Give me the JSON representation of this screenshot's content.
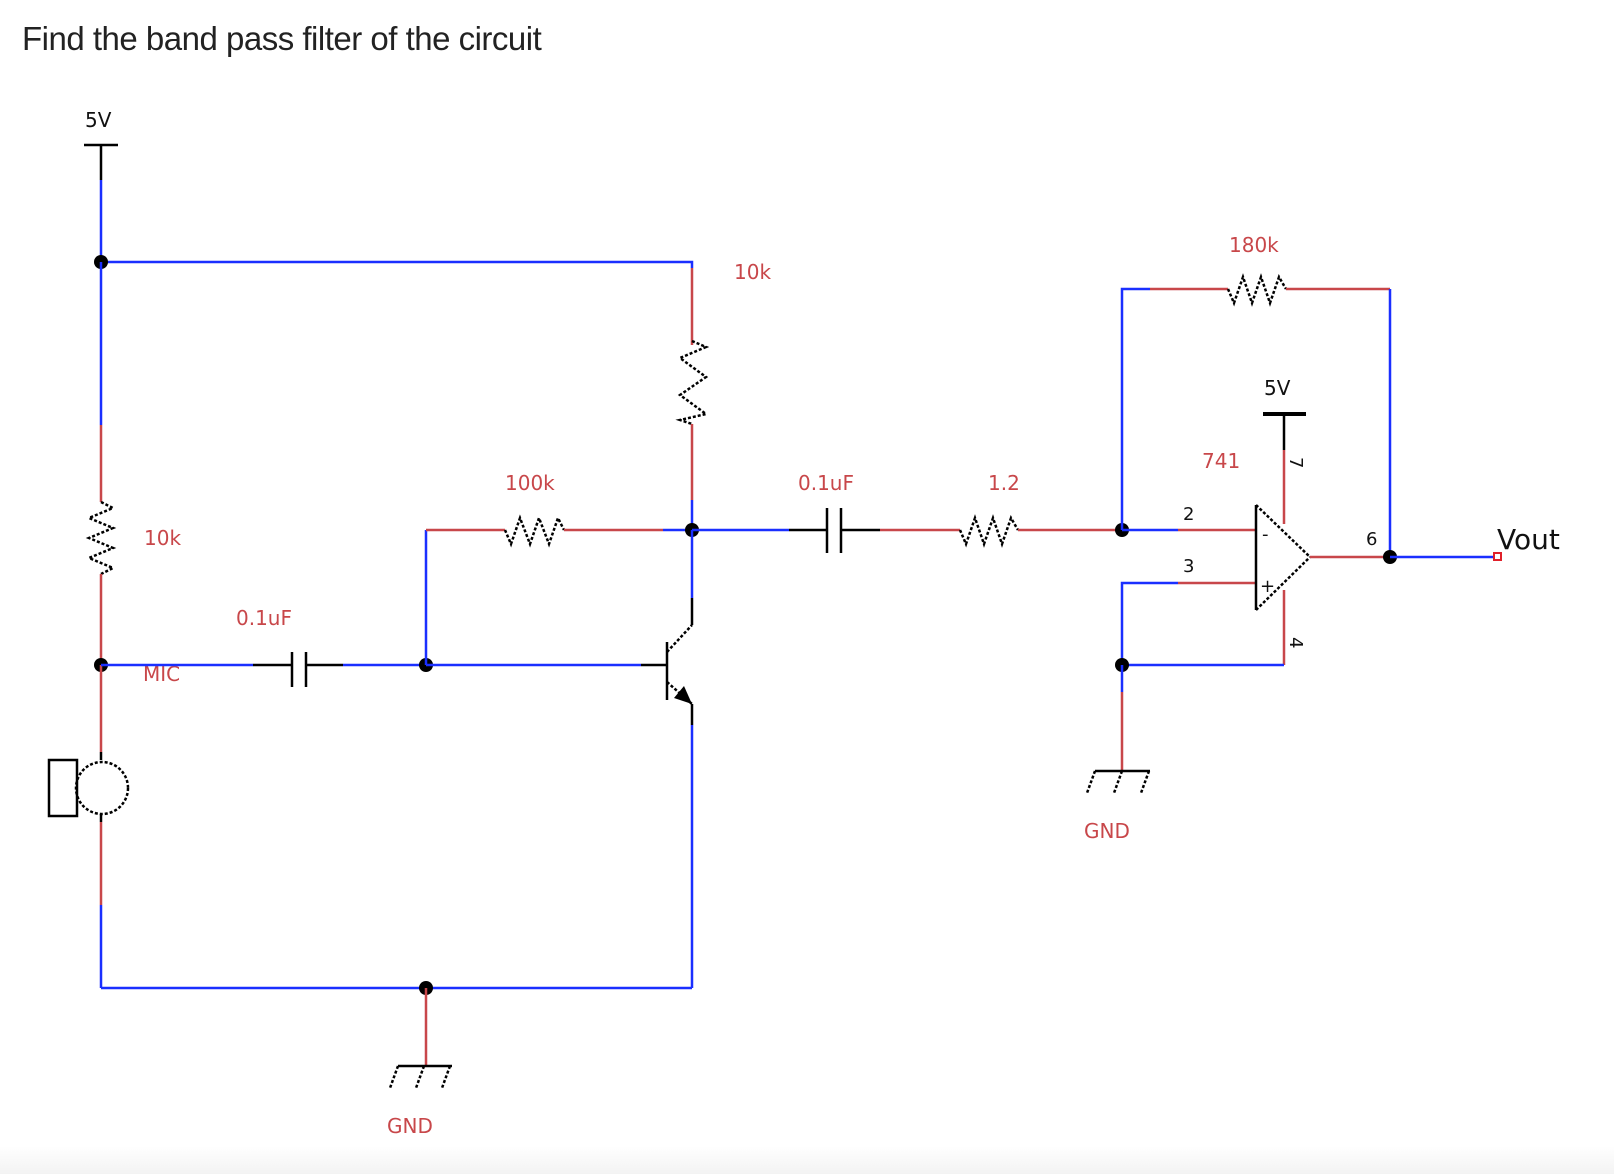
{
  "question": {
    "title": "Find the band pass filter of the circuit"
  },
  "colors": {
    "wire_blue": "#1a2fff",
    "wire_red": "#c8474a",
    "component": "#000000",
    "label_red": "#c8474a"
  },
  "schematic": {
    "supply_main": {
      "label": "5V",
      "icon": "vcc-supply-icon"
    },
    "supply_opamp": {
      "label": "5V",
      "icon": "vcc-supply-icon"
    },
    "r_bias_mic": {
      "label": "10k",
      "icon": "resistor-icon"
    },
    "mic": {
      "label": "MIC",
      "icon": "microphone-icon"
    },
    "c_input": {
      "label": "0.1uF",
      "icon": "capacitor-icon"
    },
    "r_base_feedback": {
      "label": "100k",
      "icon": "resistor-icon"
    },
    "r_collector": {
      "label": "10k",
      "icon": "resistor-icon"
    },
    "transistor": {
      "type": "NPN",
      "icon": "npn-transistor-icon"
    },
    "c_coupling": {
      "label": "0.1uF",
      "icon": "capacitor-icon"
    },
    "r_input_opamp": {
      "label": "1.2",
      "icon": "resistor-icon"
    },
    "r_feedback": {
      "label": "180k",
      "icon": "resistor-icon"
    },
    "opamp": {
      "label": "741",
      "icon": "opamp-icon",
      "pins": {
        "inv": "2",
        "noninv": "3",
        "vplus": "7",
        "vminus": "4",
        "out": "6"
      },
      "inv_sign": "-",
      "noninv_sign": "+"
    },
    "gnd_left": {
      "label": "GND",
      "icon": "ground-icon"
    },
    "gnd_right": {
      "label": "GND",
      "icon": "ground-icon"
    },
    "output": {
      "label": "Vout",
      "icon": "output-terminal-icon"
    }
  }
}
